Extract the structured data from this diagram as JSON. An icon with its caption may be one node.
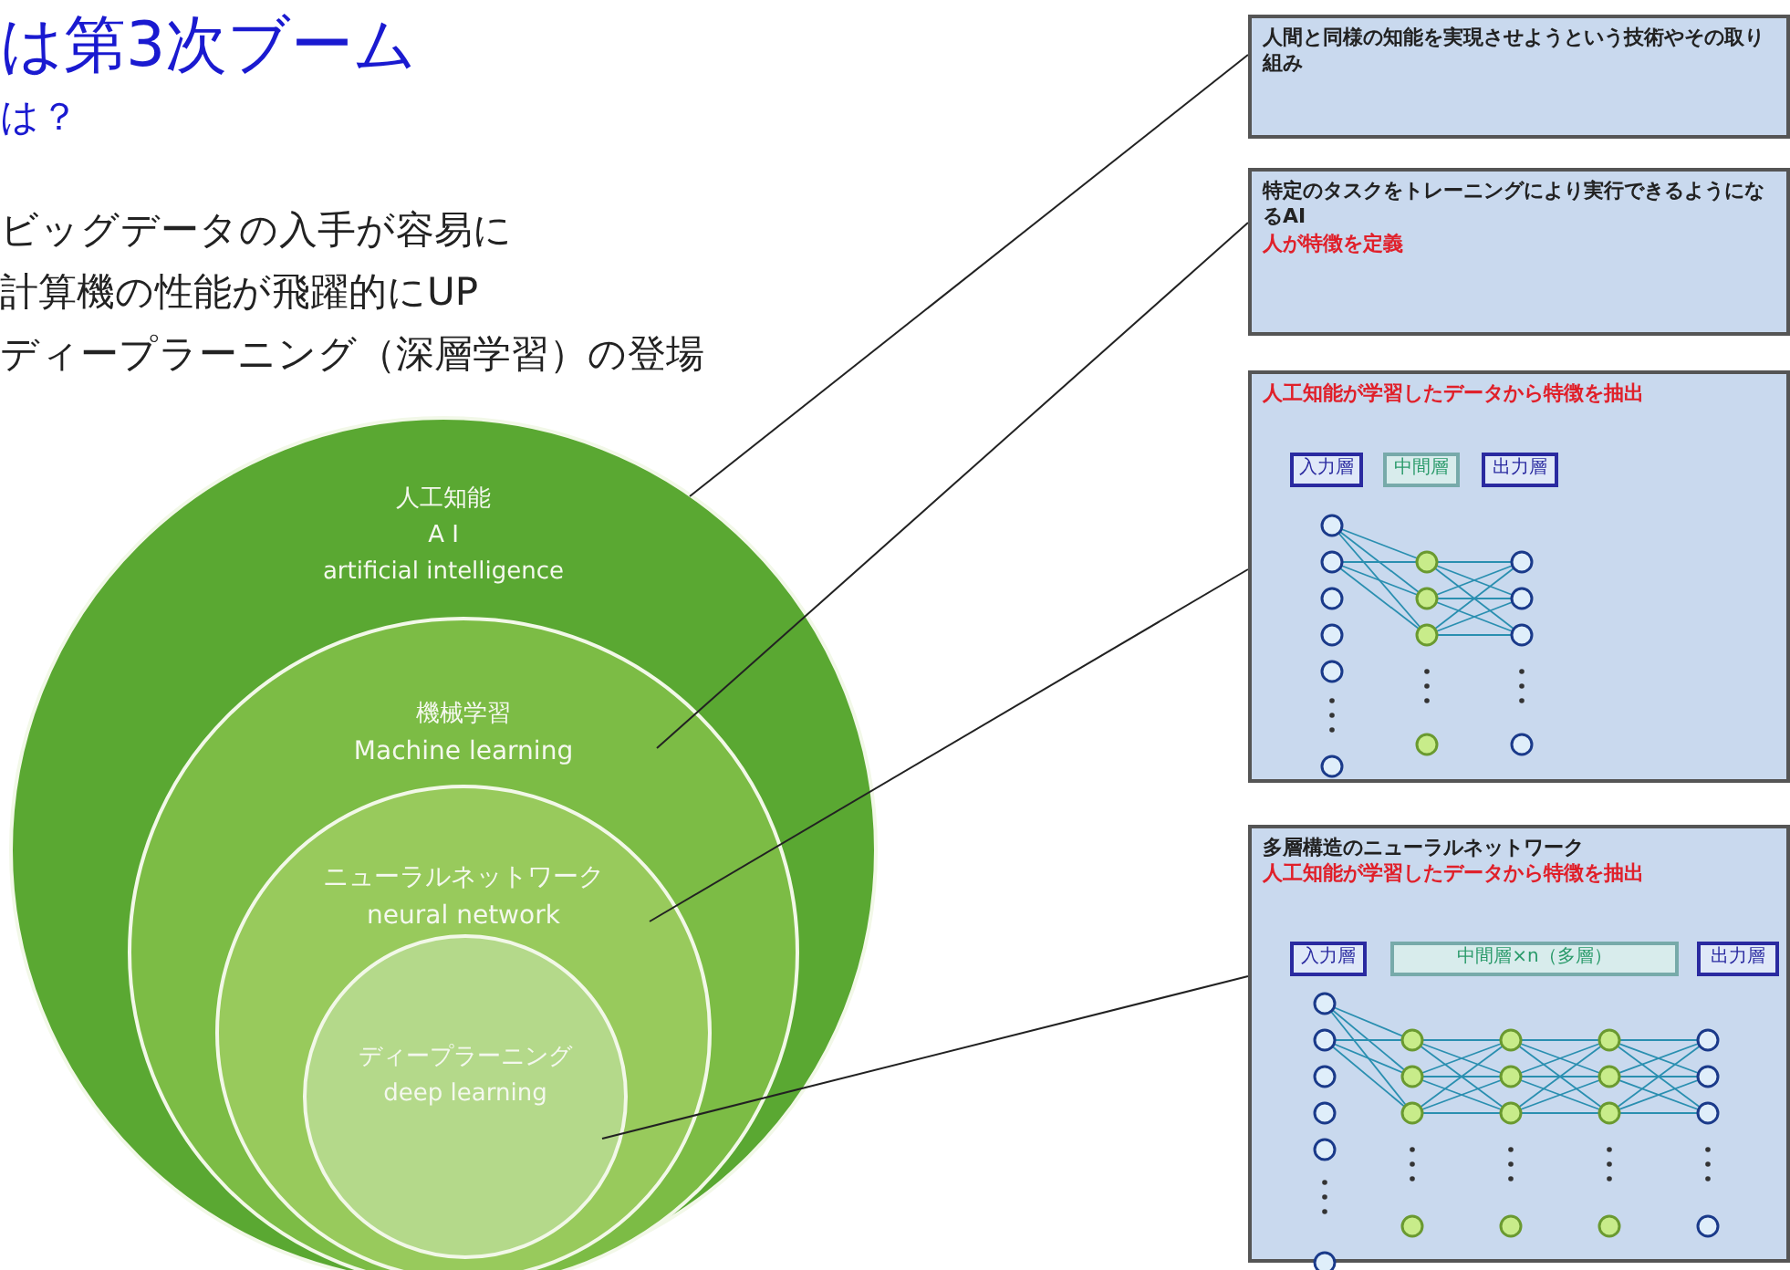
{
  "diagram": {
    "title": "は第3次ブーム",
    "nodes": [
      {
        "text": [
          "人工知能",
          "A I",
          "artificial intelligence"
        ]
      },
      {
        "text": [
          "機械学習",
          "Machine learning"
        ],
        "in": 0
      },
      {
        "text": [
          "ニューラルネットワーク",
          "neural network"
        ],
        "in": 1
      },
      {
        "text": [
          "ディープラーニング",
          "deep learning"
        ],
        "in": 2
      },
      {
        "text": [
          "人間と同様の知能を実現させようという技術やその取り組み"
        ]
      },
      {
        "text": [
          "特定のタスクをトレーニングにより実行できるようになるAI",
          "人が特徴を定義"
        ]
      },
      {
        "text": [
          "人工知能が学習したデータから特徴を抽出"
        ]
      },
      {
        "text": [
          "入力層"
        ],
        "in": 6
      },
      {
        "text": [
          "中間層"
        ],
        "in": 6
      },
      {
        "text": [
          "出力層"
        ],
        "in": 6
      },
      {
        "text": [
          "多層構造のニューラルネットワーク",
          "人工知能が学習したデータから特徴を抽出"
        ]
      },
      {
        "text": [
          "入力層"
        ],
        "in": 10
      },
      {
        "text": [
          "中間層×n（多層）"
        ],
        "in": 10
      },
      {
        "text": [
          "出力層"
        ],
        "in": 10
      }
    ],
    "edges": [
      {
        "from": 0,
        "to": 4,
        "arrow": "none"
      },
      {
        "from": 1,
        "to": 5,
        "arrow": "none"
      },
      {
        "from": 2,
        "to": 6,
        "arrow": "none"
      },
      {
        "from": 3,
        "to": 10,
        "arrow": "none"
      }
    ],
    "labels": [
      "は？",
      "ビッグデータの入手が容易に",
      "計算機の性能が飛躍的にUP",
      "ディープラーニング（深層学習）の登場"
    ]
  }
}
